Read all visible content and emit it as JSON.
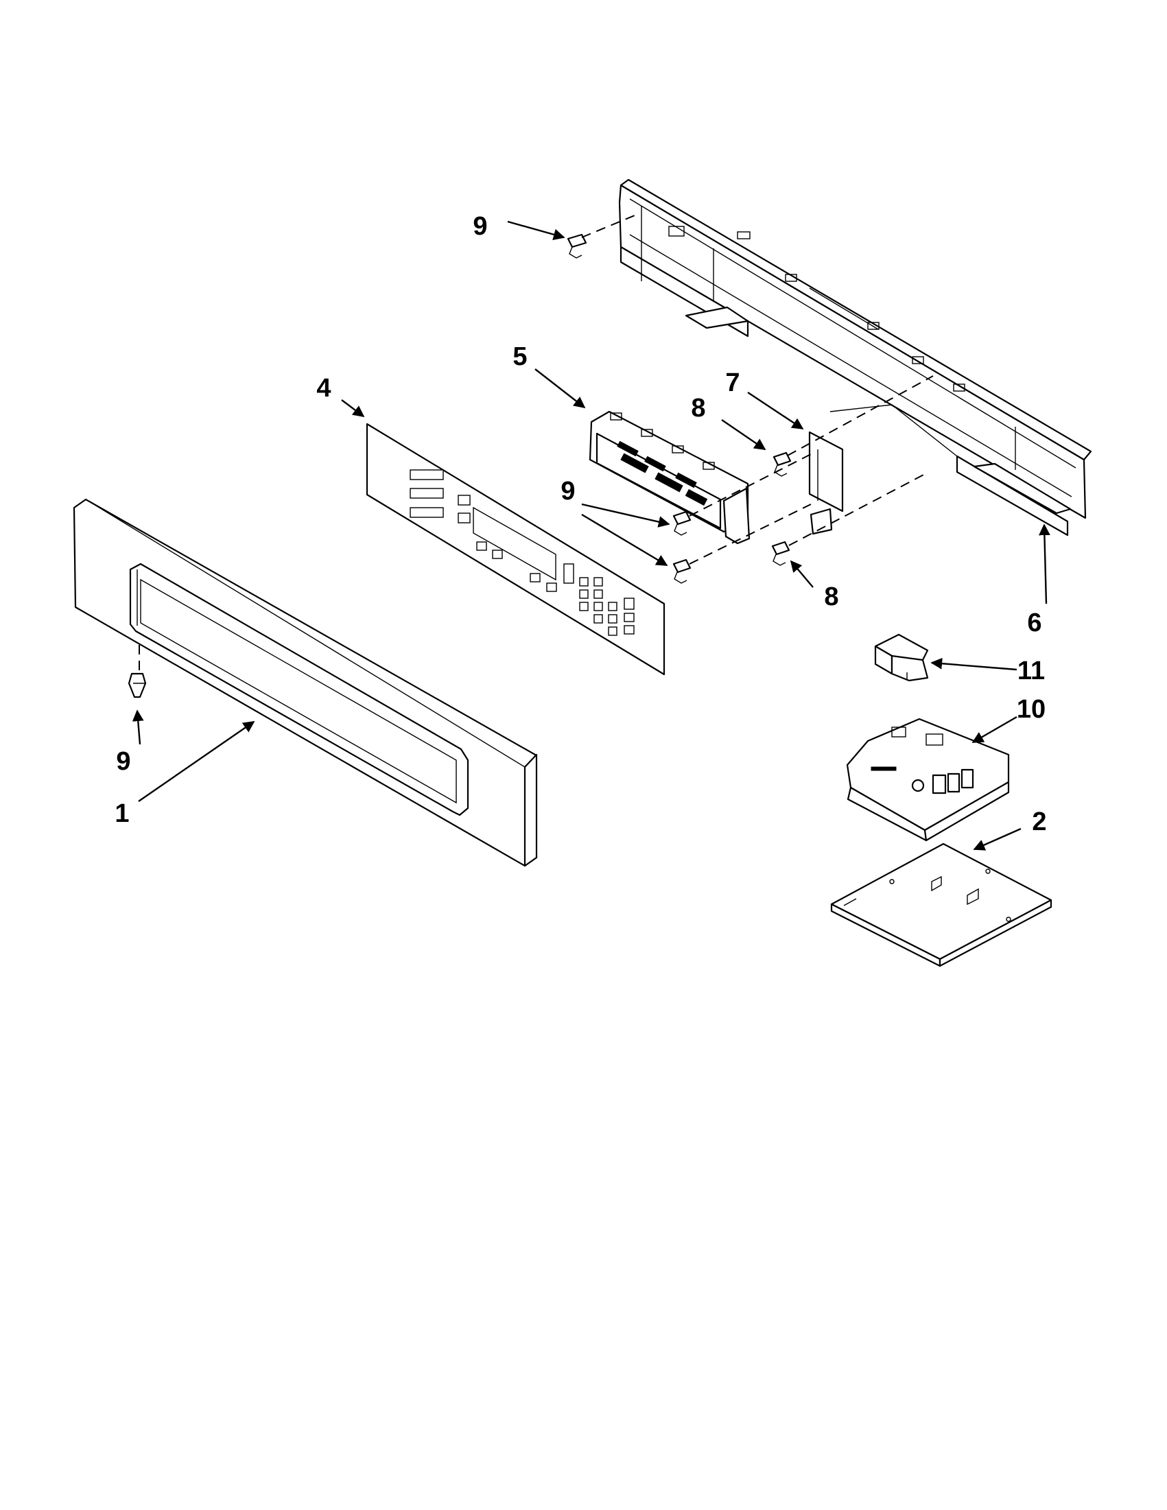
{
  "callouts": {
    "c1": "1",
    "c2": "2",
    "c4": "4",
    "c5": "5",
    "c6": "6",
    "c7": "7",
    "c8a": "8",
    "c8b": "8",
    "c9a": "9",
    "c9b": "9",
    "c9c": "9",
    "c10": "10",
    "c11": "11"
  }
}
